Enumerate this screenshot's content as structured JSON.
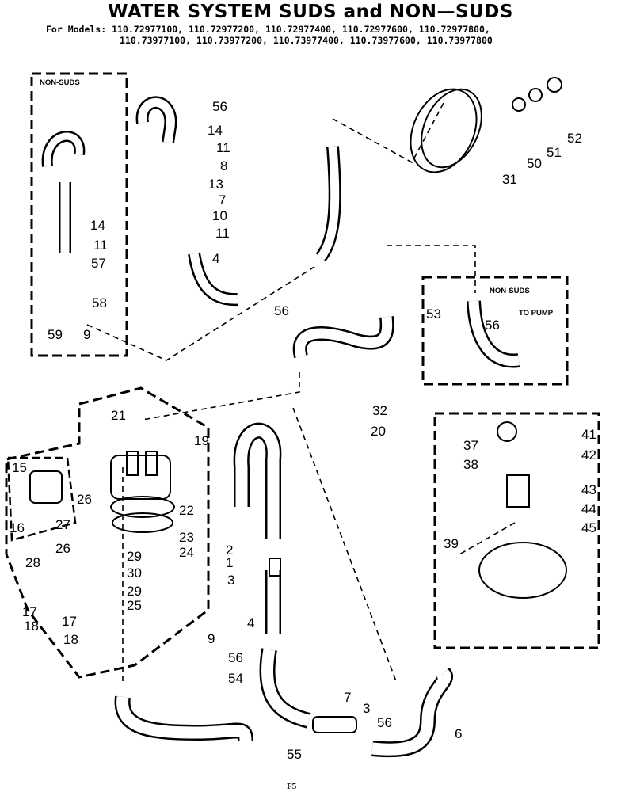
{
  "title": "WATER SYSTEM SUDS and NON—SUDS",
  "models_line1": "For Models: 110.72977100, 110.72977200, 110.72977400, 110.72977600, 110.72977800,",
  "models_line2": "110.73977100, 110.73977200, 110.73977400, 110.73977600, 110.73977800",
  "box_labels": {
    "non_suds_left": "NON-SUDS",
    "non_suds_right": "NON-SUDS",
    "to_pump": "TO PUMP"
  },
  "part_numbers": [
    "56",
    "14",
    "11",
    "8",
    "13",
    "7",
    "10",
    "11",
    "4",
    "52",
    "51",
    "50",
    "31",
    "14",
    "11",
    "57",
    "58",
    "59",
    "9",
    "56",
    "56",
    "53",
    "32",
    "20",
    "41",
    "37",
    "42",
    "38",
    "43",
    "44",
    "45",
    "39",
    "21",
    "19",
    "15",
    "16",
    "26",
    "22",
    "27",
    "23",
    "24",
    "26",
    "29",
    "28",
    "30",
    "29",
    "25",
    "17",
    "17",
    "18",
    "18",
    "9",
    "2",
    "1",
    "3",
    "4",
    "56",
    "54",
    "55",
    "7",
    "3",
    "56",
    "6"
  ],
  "page_code": "F5",
  "colors": {
    "ink": "#000000",
    "paper": "#ffffff"
  }
}
